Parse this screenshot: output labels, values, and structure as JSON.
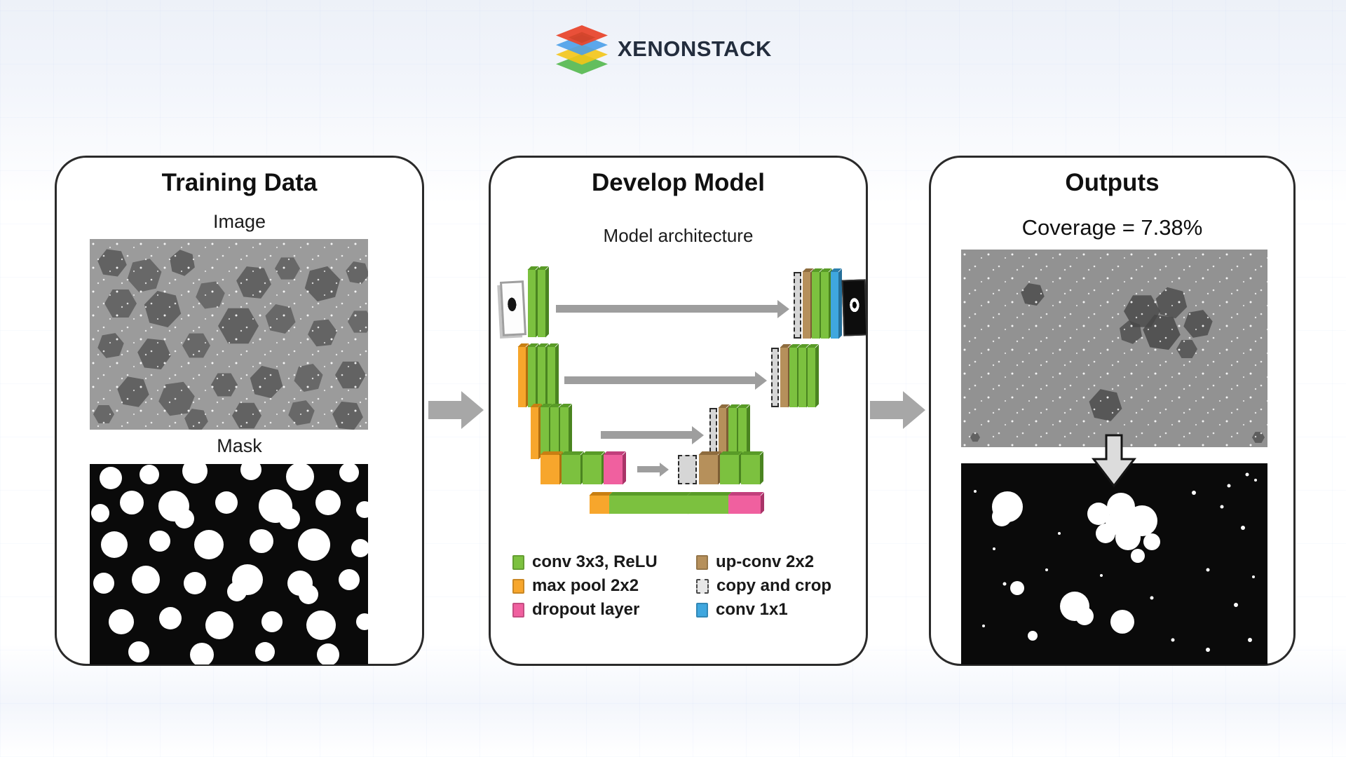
{
  "logo": {
    "text": "XENONSTACK",
    "icon": "layers-stack-icon",
    "layer_colors": [
      "#e8472e",
      "#4a9ee9",
      "#f3c517",
      "#4eb648"
    ],
    "text_color": "#232d3d"
  },
  "flow": {
    "panel_arrow_color": "#a7a7a7"
  },
  "panels": {
    "training": {
      "title": "Training Data",
      "image_label": "Image",
      "mask_label": "Mask"
    },
    "model": {
      "title": "Develop Model",
      "subtitle": "Model architecture",
      "legend": {
        "items": [
          {
            "label": "conv 3x3, ReLU",
            "color": "#7cc13f",
            "swatch": "solid"
          },
          {
            "label": "max pool 2x2",
            "color": "#f7a62c",
            "swatch": "solid"
          },
          {
            "label": "dropout layer",
            "color": "#f0609f",
            "swatch": "solid"
          },
          {
            "label": "up-conv 2x2",
            "color": "#b6905b",
            "swatch": "solid"
          },
          {
            "label": "copy and crop",
            "color": "#e8e8e8",
            "swatch": "dashed"
          },
          {
            "label": "conv 1x1",
            "color": "#3fa7df",
            "swatch": "solid"
          }
        ]
      }
    },
    "outputs": {
      "title": "Outputs",
      "coverage_label": "Coverage = 7.38%"
    }
  }
}
